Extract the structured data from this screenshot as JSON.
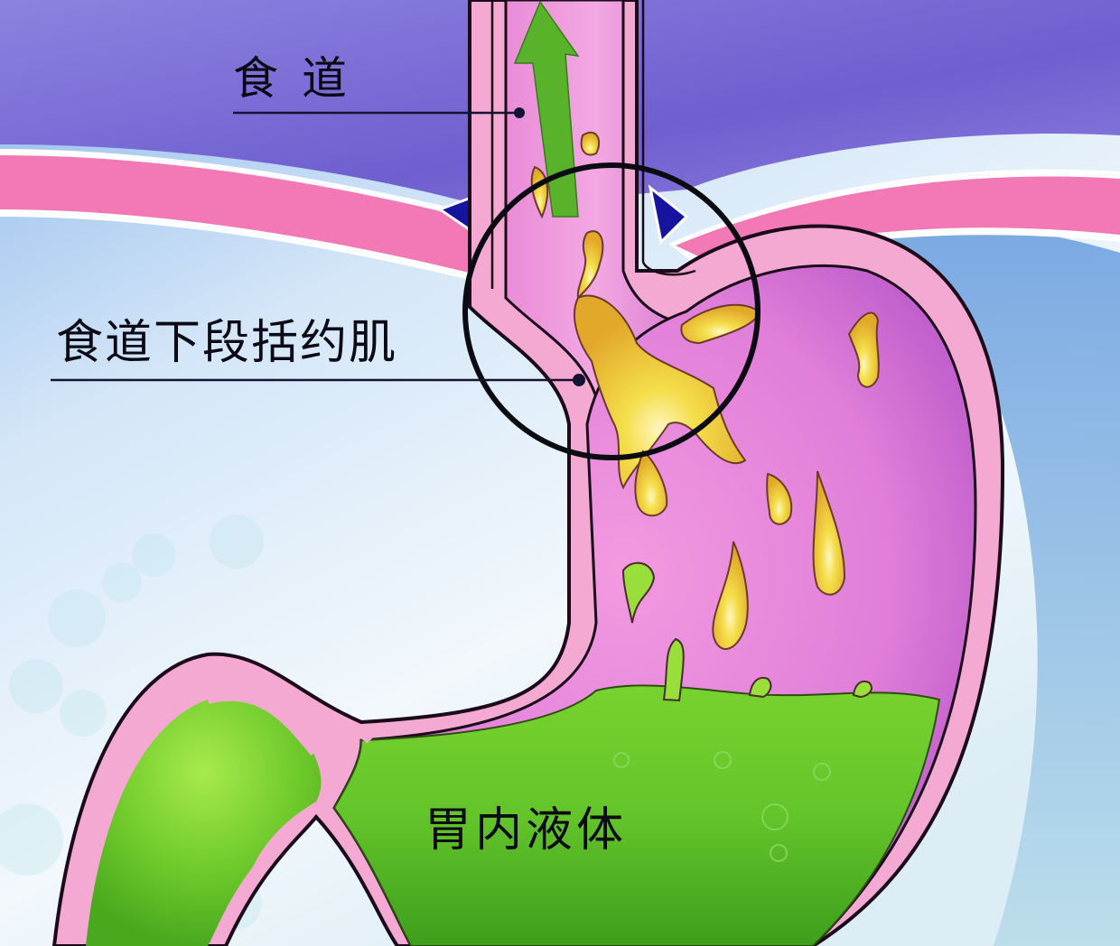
{
  "diagram": {
    "topic": "acid-reflux-stomach-anatomy",
    "labels": {
      "esophagus": "食道",
      "lower_esophageal_sphincter": "食道下段括约肌",
      "gastric_fluid": "胃内液体"
    },
    "colors": {
      "background_top": "#7a6fd6",
      "background_bottom": "#a6cdef",
      "diaphragm": "#f279b6",
      "stomach_wall": "#f4a9d3",
      "stomach_interior": "#d86fd8",
      "gastric_fluid": "#5fc42a",
      "acid_droplets": "#f2d23a",
      "reflux_arrow": "#58b22a",
      "highlight_circle": "#0b0b12",
      "leader_line": "#141432"
    },
    "annotations": {
      "reflux_arrow_direction": "up",
      "highlight": "circle around lower esophageal sphincter"
    }
  }
}
